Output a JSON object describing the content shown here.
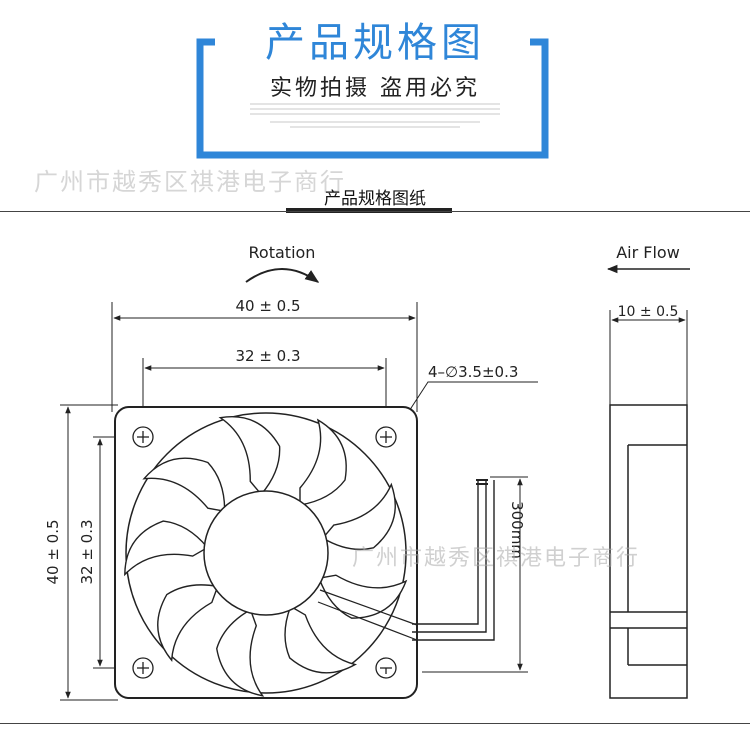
{
  "header": {
    "title": "产品规格图",
    "subtitle": "实物拍摄 盗用必究",
    "accent_color": "#2f86d8"
  },
  "shop_name": "广州市越秀区祺港电子商行",
  "section_title": "产品规格图纸",
  "diagram": {
    "rotation_label": "Rotation",
    "airflow_label": "Air Flow",
    "dims": {
      "outer_width": "40 ± 0.5",
      "hole_spacing": "32 ± 0.3",
      "hole_spec": "4–∅3.5±0.3",
      "outer_height": "40 ± 0.5",
      "hole_spacing_vertical": "32 ± 0.3",
      "cable_length": "300mm",
      "thickness": "10 ± 0.5"
    }
  },
  "watermark": "广州市越秀区祺港电子商行"
}
